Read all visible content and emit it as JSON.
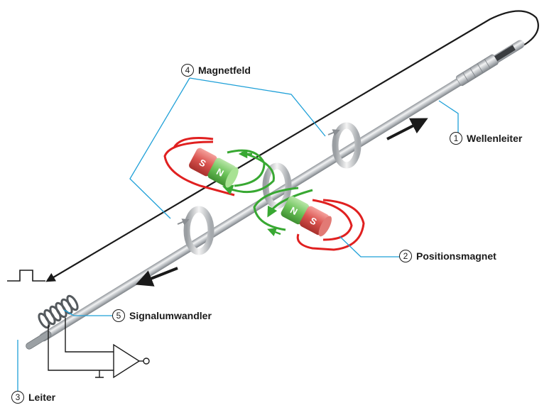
{
  "labels": {
    "magnetfeld": {
      "num": "4",
      "text": "Magnetfeld"
    },
    "wellenleiter": {
      "num": "1",
      "text": "Wellenleiter"
    },
    "positionsmagnet": {
      "num": "2",
      "text": "Positionsmagnet"
    },
    "signalumwandler": {
      "num": "5",
      "text": "Signalumwandler"
    },
    "leiter": {
      "num": "3",
      "text": "Leiter"
    }
  },
  "magnets": {
    "left": {
      "pole_a": "S",
      "pole_b": "N"
    },
    "right": {
      "pole_a": "N",
      "pole_b": "S"
    }
  },
  "colors": {
    "leader_line": "#1fa0d8",
    "magnet_south": "#d9534f",
    "magnet_north": "#6cc35a",
    "field_loop_red": "#e02020",
    "field_loop_green": "#38a832",
    "conductor": "#1a1a1a",
    "rod": "#b8bcc0"
  }
}
